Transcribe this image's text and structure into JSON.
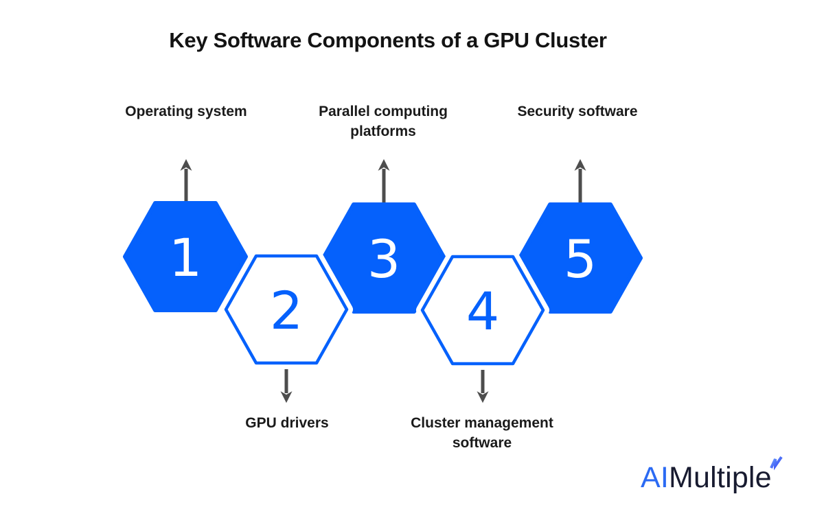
{
  "title": "Key Software Components of a GPU Cluster",
  "hexagons": [
    {
      "number": "1",
      "label": "Operating system",
      "variant": "filled",
      "label_position": "top",
      "arrow": "up"
    },
    {
      "number": "2",
      "label": "GPU drivers",
      "variant": "outlined",
      "label_position": "bottom",
      "arrow": "down"
    },
    {
      "number": "3",
      "label": "Parallel computing platforms",
      "variant": "filled",
      "label_position": "top",
      "arrow": "up"
    },
    {
      "number": "4",
      "label": "Cluster management software",
      "variant": "outlined",
      "label_position": "bottom",
      "arrow": "down"
    },
    {
      "number": "5",
      "label": "Security software",
      "variant": "filled",
      "label_position": "top",
      "arrow": "up"
    }
  ],
  "logo": {
    "prefix": "AI",
    "suffix": "Multiple",
    "mark": "zigzag-check-icon"
  },
  "colors": {
    "hexagon_blue": "#0561fc",
    "arrow_gray": "#4d4d4d",
    "title_text": "#131313",
    "label_text": "#1a1a1a",
    "logo_blue": "#2b6af3",
    "logo_navy": "#181b30"
  }
}
